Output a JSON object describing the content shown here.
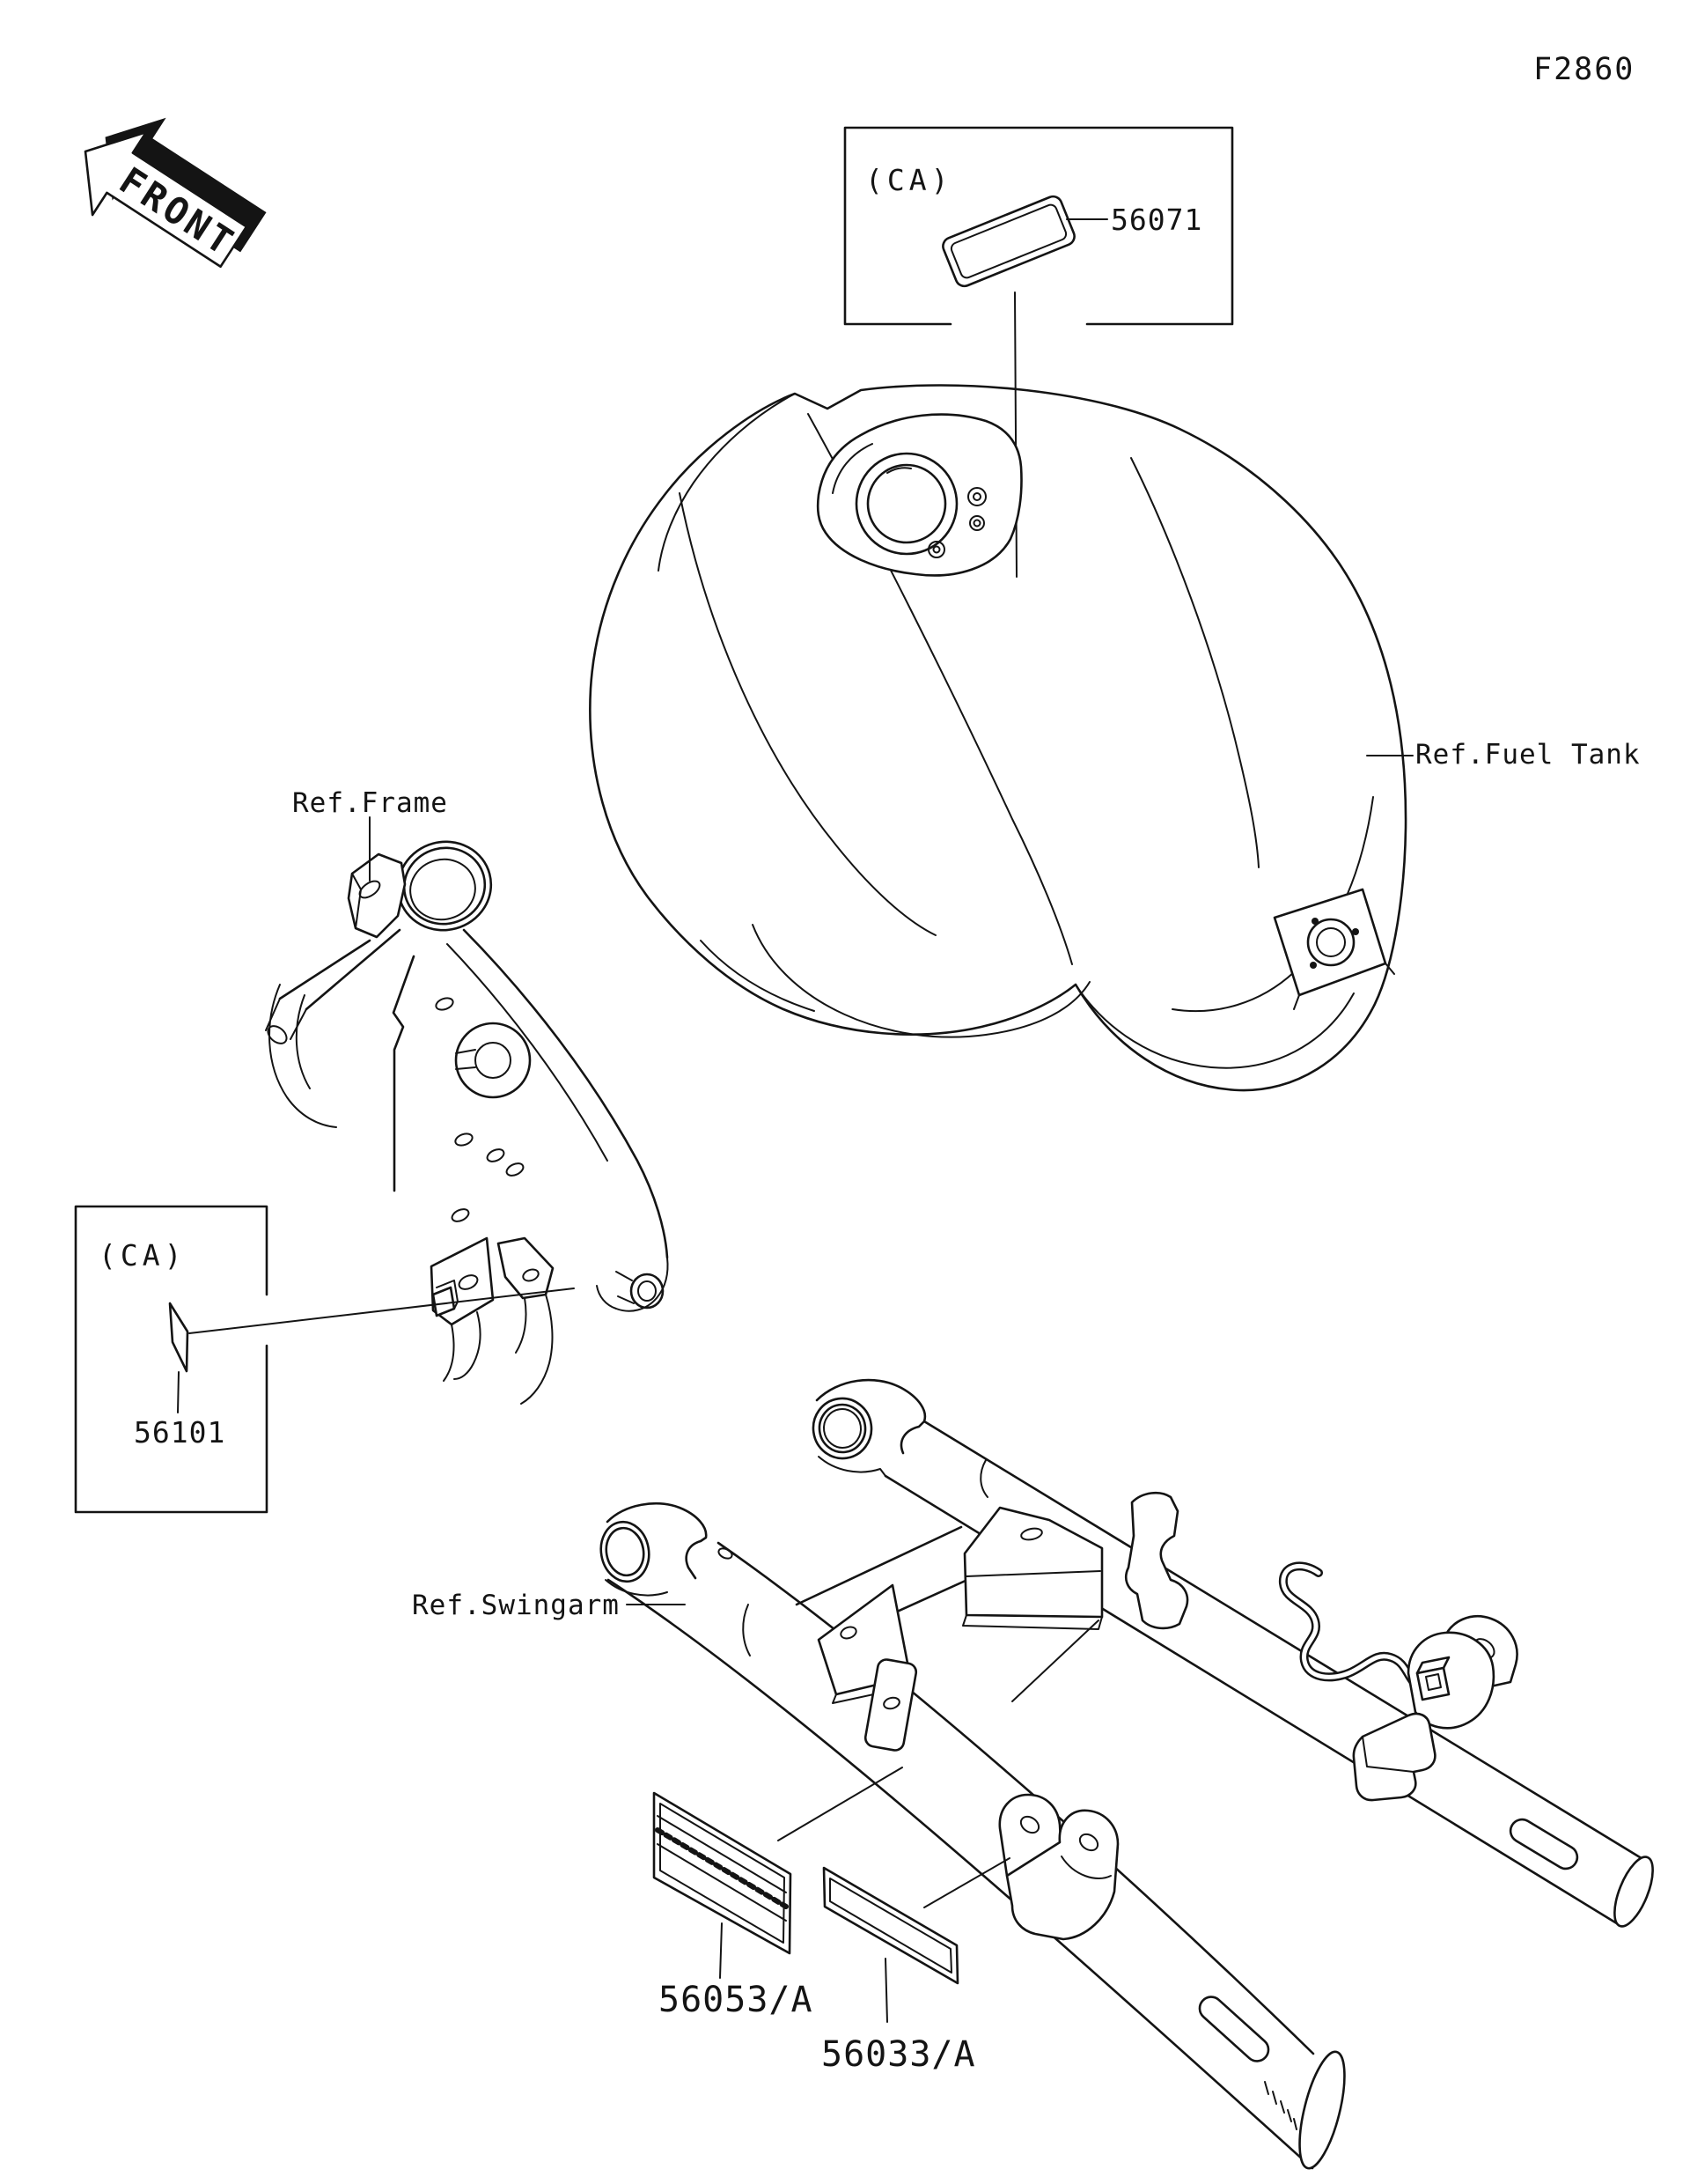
{
  "page": {
    "background": "#ffffff",
    "line_color": "#141414"
  },
  "header": {
    "figure_code": "F2860"
  },
  "front_marker": {
    "label": "FRONT"
  },
  "insets": {
    "ca_top": {
      "tag": "(CA)",
      "part_number": "56071"
    },
    "ca_left": {
      "tag": "(CA)",
      "part_number": "56101"
    }
  },
  "part_labels": {
    "swingarm_decal_left": {
      "part_number": "56053/A"
    },
    "swingarm_decal_right": {
      "part_number": "56033/A"
    }
  },
  "reference_labels": {
    "fuel_tank": "Ref.Fuel Tank",
    "frame": "Ref.Frame",
    "swingarm": "Ref.Swingarm"
  }
}
